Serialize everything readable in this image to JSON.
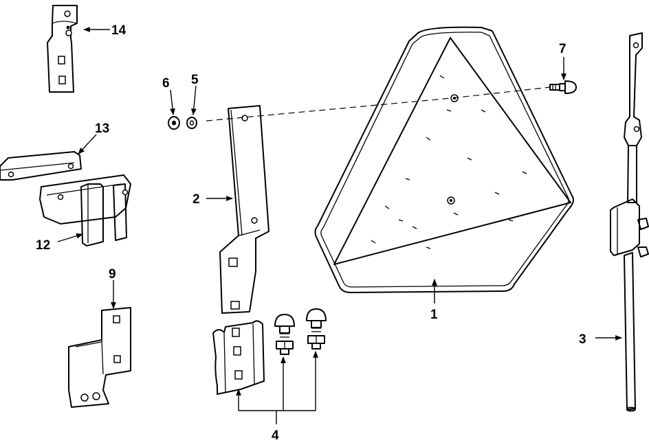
{
  "callouts": {
    "c1": "1",
    "c2": "2",
    "c3": "3",
    "c4": "4",
    "c5": "5",
    "c6": "6",
    "c7": "7",
    "c9": "9",
    "c12": "12",
    "c13": "13",
    "c14": "14"
  },
  "colors": {
    "line": "#000000",
    "background": "#ffffff"
  }
}
